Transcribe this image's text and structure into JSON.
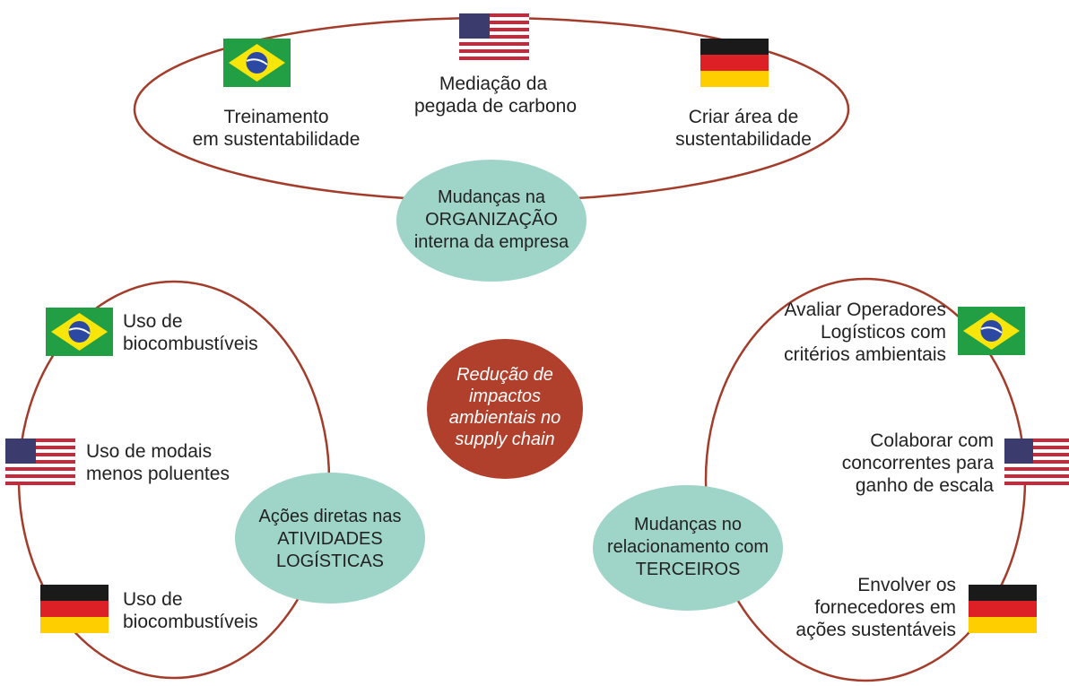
{
  "colors": {
    "outline": "#a33c2a",
    "bubble_fill": "#9fd5c8",
    "center_fill": "#b0402c",
    "center_text": "#ffffff"
  },
  "center": {
    "lines": [
      "Redução de",
      "impactos",
      "ambientais no",
      "supply chain"
    ]
  },
  "groups": {
    "organizacao": {
      "bubble_lines": [
        "Mudanças na",
        "ORGANIZAÇÃO",
        "interna da empresa"
      ],
      "items": [
        {
          "flag": "brazil-flag",
          "lines": [
            "Treinamento",
            "em sustentabilidade"
          ]
        },
        {
          "flag": "usa-flag",
          "lines": [
            "Mediação da",
            "pegada de carbono"
          ]
        },
        {
          "flag": "germany-flag",
          "lines": [
            "Criar área de",
            "sustentabilidade"
          ]
        }
      ]
    },
    "atividades": {
      "bubble_lines": [
        "Ações diretas nas",
        "ATIVIDADES",
        "LOGÍSTICAS"
      ],
      "items": [
        {
          "flag": "brazil-flag",
          "lines": [
            "Uso de",
            "biocombustíveis"
          ]
        },
        {
          "flag": "usa-flag",
          "lines": [
            "Uso de modais",
            "menos poluentes"
          ]
        },
        {
          "flag": "germany-flag",
          "lines": [
            "Uso de",
            "biocombustíveis"
          ]
        }
      ]
    },
    "terceiros": {
      "bubble_lines": [
        "Mudanças no",
        "relacionamento com",
        "TERCEIROS"
      ],
      "items": [
        {
          "flag": "brazil-flag",
          "lines": [
            "Avaliar Operadores",
            "Logísticos com",
            "critérios ambientais"
          ]
        },
        {
          "flag": "usa-flag",
          "lines": [
            "Colaborar com",
            "concorrentes para",
            "ganho de escala"
          ]
        },
        {
          "flag": "germany-flag",
          "lines": [
            "Envolver os",
            "fornecedores em",
            "ações sustentáveis"
          ]
        }
      ]
    }
  }
}
